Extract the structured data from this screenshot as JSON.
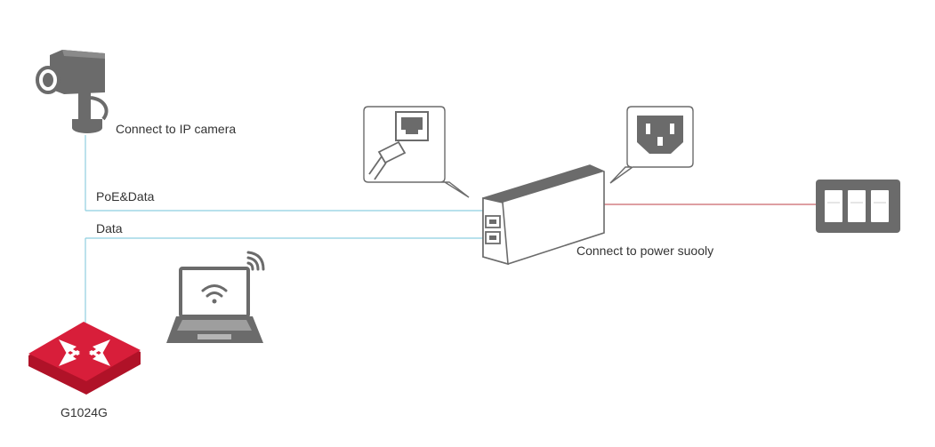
{
  "labels": {
    "camera": "Connect to IP camera",
    "poe_data": "PoE&Data",
    "data": "Data",
    "power": "Connect to power suooly",
    "switch": "G1024G"
  },
  "colors": {
    "data_line": "#8ecfe0",
    "power_line": "#c9666a",
    "device_gray": "#6b6b6b",
    "switch_red": "#d81e3a",
    "text": "#333333"
  },
  "icons": {
    "camera": "ip-camera-icon",
    "laptop": "laptop-icon",
    "wifi": "wifi-icon",
    "switch": "network-switch-icon",
    "injector": "poe-injector-icon",
    "rj45_callout": "rj45-port-icon",
    "power_callout": "power-socket-icon",
    "outlet": "wall-outlet-icon"
  }
}
